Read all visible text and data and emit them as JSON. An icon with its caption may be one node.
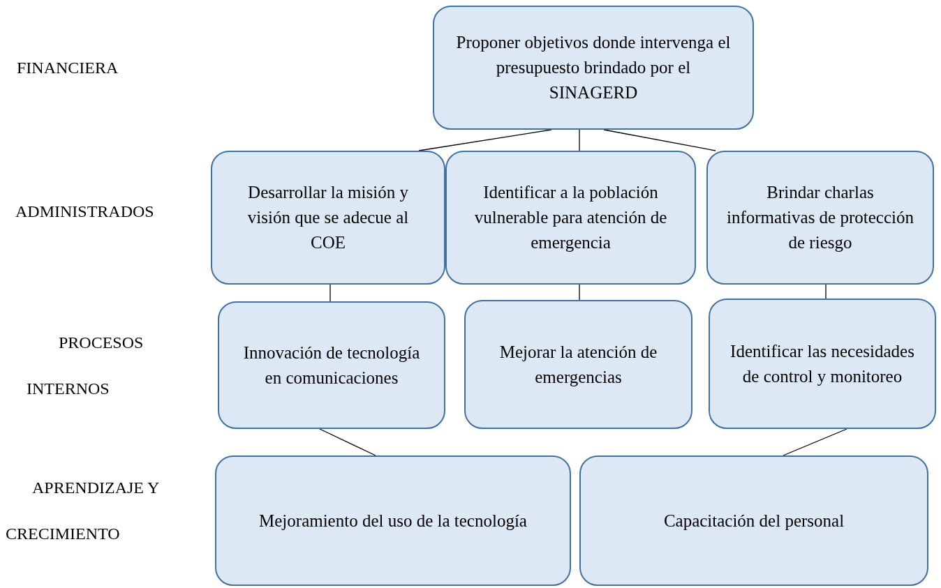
{
  "diagram": {
    "nodes": [
      {
        "text": [
          "Proponer objetivos donde intervenga el presupuesto brindado por el SINAGERD"
        ]
      },
      {
        "text": [
          "Desarrollar la misión y visión que se adecue al COE"
        ]
      },
      {
        "text": [
          "Identificar a la población vulnerable para atención de emergencia"
        ]
      },
      {
        "text": [
          "Brindar charlas informativas de protección de riesgo"
        ]
      },
      {
        "text": [
          "Innovación de tecnología en comunicaciones"
        ]
      },
      {
        "text": [
          "Mejorar la atención de emergencias"
        ]
      },
      {
        "text": [
          "Identificar las necesidades de control y monitoreo"
        ]
      },
      {
        "text": [
          "Mejoramiento del uso de la tecnología"
        ]
      },
      {
        "text": [
          "Capacitación del personal"
        ]
      }
    ],
    "edges": [
      {
        "from": 0,
        "to": 1,
        "arrow": "none"
      },
      {
        "from": 0,
        "to": 2,
        "arrow": "none"
      },
      {
        "from": 0,
        "to": 3,
        "arrow": "none"
      },
      {
        "from": 1,
        "to": 4,
        "arrow": "none"
      },
      {
        "from": 2,
        "to": 5,
        "arrow": "none"
      },
      {
        "from": 3,
        "to": 6,
        "arrow": "none"
      },
      {
        "from": 4,
        "to": 7,
        "arrow": "none"
      },
      {
        "from": 6,
        "to": 8,
        "arrow": "none"
      }
    ],
    "labels": [
      "FINANCIERA",
      "ADMINISTRADOS",
      "PROCESOS",
      "INTERNOS",
      "APRENDIZAJE Y",
      "CRECIMIENTO"
    ]
  }
}
